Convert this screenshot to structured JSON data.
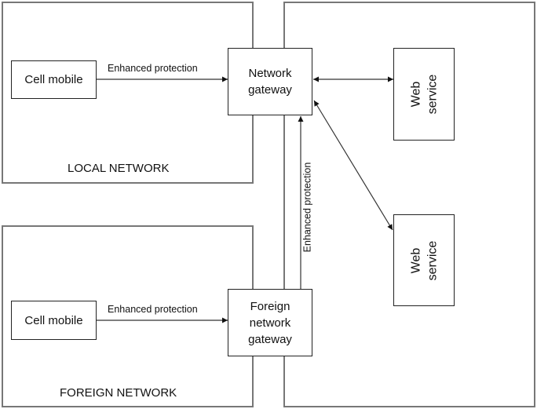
{
  "regions": {
    "local": {
      "label": "LOCAL NETWORK"
    },
    "foreign": {
      "label": "FOREIGN NETWORK"
    },
    "internet": {
      "label": ""
    }
  },
  "nodes": {
    "cell_mobile_local": "Cell mobile",
    "network_gateway": "Network\ngateway",
    "cell_mobile_foreign": "Cell mobile",
    "foreign_gateway": "Foreign\nnetwork\ngateway",
    "web_service_1": "Web\nservice",
    "web_service_2": "Web\nservice"
  },
  "edges": {
    "local_link": {
      "label": "Enhanced protection",
      "from": "Cell mobile",
      "to": "Network gateway",
      "direction": "one-way"
    },
    "foreign_link": {
      "label": "Enhanced protection",
      "from": "Cell mobile",
      "to": "Foreign network gateway",
      "direction": "one-way"
    },
    "gateway_uplink": {
      "label": "Enhanced protection",
      "from": "Foreign network gateway",
      "to": "Network gateway",
      "direction": "one-way"
    },
    "web_link_1": {
      "label": "",
      "from": "Network gateway",
      "to": "Web service",
      "direction": "bidirectional"
    },
    "web_link_2": {
      "label": "",
      "from": "Network gateway",
      "to": "Web service",
      "direction": "bidirectional"
    }
  },
  "colors": {
    "region_border": "#777777",
    "node_border": "#222222",
    "arrow": "#111111"
  }
}
